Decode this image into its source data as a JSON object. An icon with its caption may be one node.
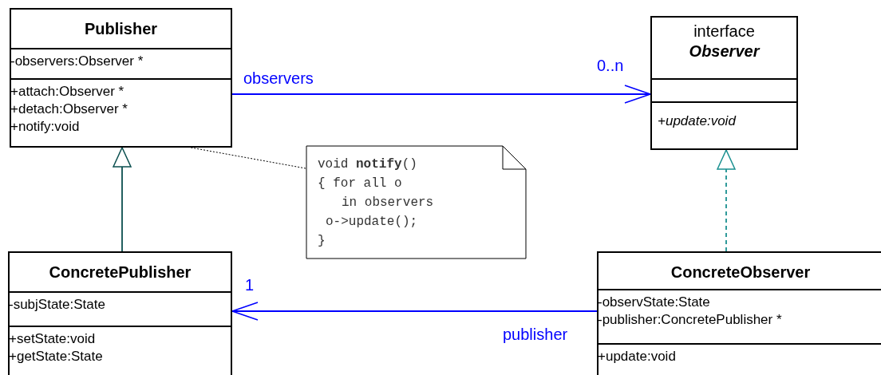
{
  "diagram": {
    "nodes": [
      {
        "text": [
          "Publisher"
        ]
      },
      {
        "text": [
          "-observers:Observer *"
        ],
        "in": 0
      },
      {
        "text": [
          "+attach:Observer *",
          "+detach:Observer *",
          "+notify:void"
        ],
        "in": 0
      },
      {
        "text": [
          "interface",
          "Observer"
        ]
      },
      {
        "text": [],
        "shape": "box",
        "in": 3
      },
      {
        "text": [
          "+update:void"
        ],
        "in": 3
      },
      {
        "text": [
          "void **notify**()",
          "{ for all o",
          "in observers",
          "o->update();",
          "}"
        ]
      },
      {
        "text": [
          "ConcretePublisher"
        ]
      },
      {
        "text": [
          "-subjState:State"
        ],
        "in": 7
      },
      {
        "text": [
          "+setState:void",
          "+getState:State"
        ],
        "in": 7
      },
      {
        "text": [
          "ConcreteObserver"
        ]
      },
      {
        "text": [
          "-observState:State",
          "-publisher:ConcretePublisher *"
        ],
        "in": 10
      },
      {
        "text": [
          "+update:void"
        ],
        "in": 10
      }
    ],
    "edges": [
      {
        "from": 0,
        "to": 3,
        "arrow": "to",
        "label": "observers",
        "color": "#0000ff"
      },
      {
        "from": 7,
        "to": 0,
        "arrow": "to",
        "color": "#0b4f4f"
      },
      {
        "from": 10,
        "to": 3,
        "arrow": "to",
        "style": "dashed",
        "color": "#1a9090"
      },
      {
        "from": 10,
        "to": 7,
        "arrow": "to",
        "label": "publisher",
        "color": "#0000ff"
      },
      {
        "from": 6,
        "to": 2,
        "arrow": "none",
        "style": "dashed",
        "color": "#000000"
      }
    ],
    "labels": [
      "0..n",
      "1"
    ]
  }
}
